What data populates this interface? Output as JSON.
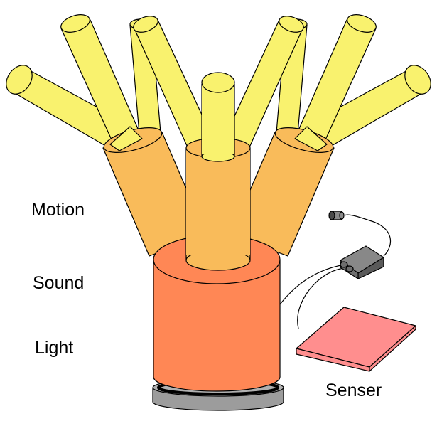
{
  "labels": {
    "motion": "Motion",
    "sound": "Sound",
    "light": "Light",
    "sensor": "Senser"
  },
  "colors": {
    "yellow_tube": "#f9f26e",
    "orange_tube": "#f9bb5a",
    "base_cylinder": "#ff8755",
    "base_plate": "#9c9c9c",
    "sensor_pad": "#ff8e8e",
    "sensor_box": "#6e6e6e",
    "outline": "#000000"
  }
}
